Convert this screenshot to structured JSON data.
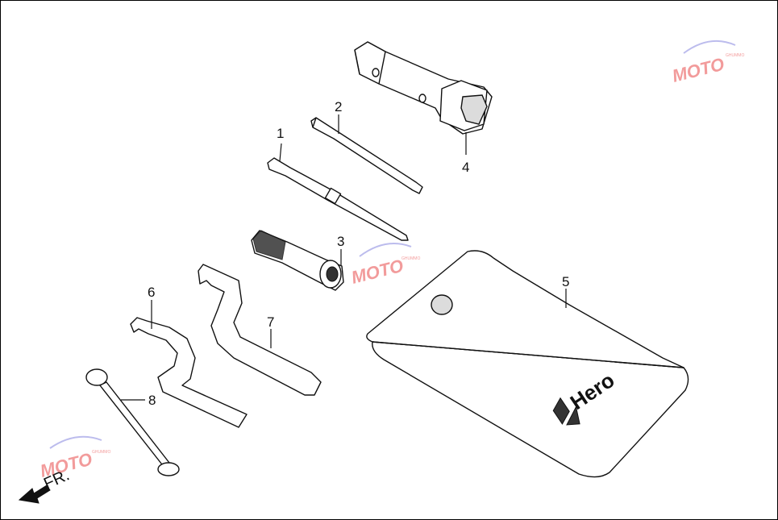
{
  "callouts": {
    "c1": "1",
    "c2": "2",
    "c3": "3",
    "c4": "4",
    "c5": "5",
    "c6": "6",
    "c7": "7",
    "c8": "8"
  },
  "direction_label": "FR.",
  "pouch_brand": "Hero",
  "watermark": {
    "text": "MOTO",
    "subtext": "GHUMMO"
  }
}
